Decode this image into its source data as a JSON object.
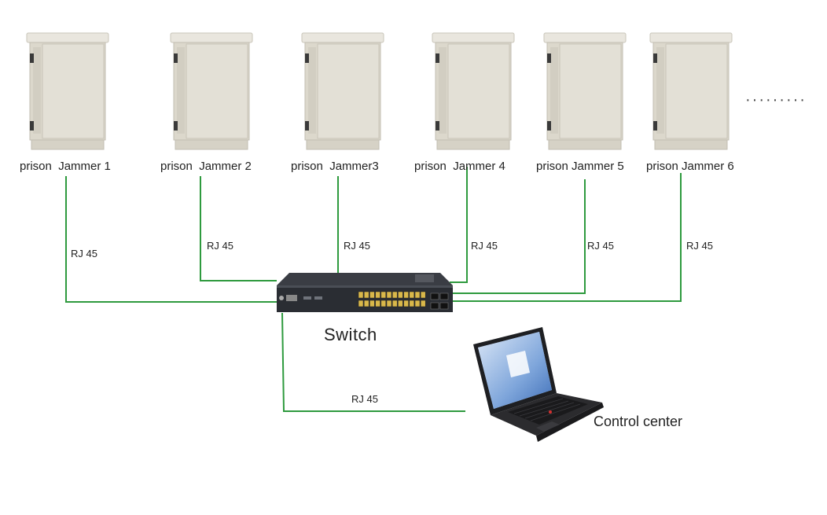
{
  "jammers": [
    {
      "label": "prison  Jammer 1"
    },
    {
      "label": "prison  Jammer 2"
    },
    {
      "label": "prison  Jammer3"
    },
    {
      "label": "prison  Jammer 4"
    },
    {
      "label": "prison Jammer 5"
    },
    {
      "label": "prison Jammer 6"
    }
  ],
  "more_indicator": "·········",
  "link_label": "RJ 45",
  "switch_label": "Switch",
  "control_label": "Control center",
  "colors": {
    "link": "#2e9a3e",
    "cabinet": "#dcd8cc",
    "switch_body": "#2a2d33",
    "laptop_body": "#2b2b2e"
  },
  "icons": {
    "jammer": "outdoor-cabinet-icon",
    "switch": "network-switch-icon",
    "laptop": "laptop-icon"
  }
}
